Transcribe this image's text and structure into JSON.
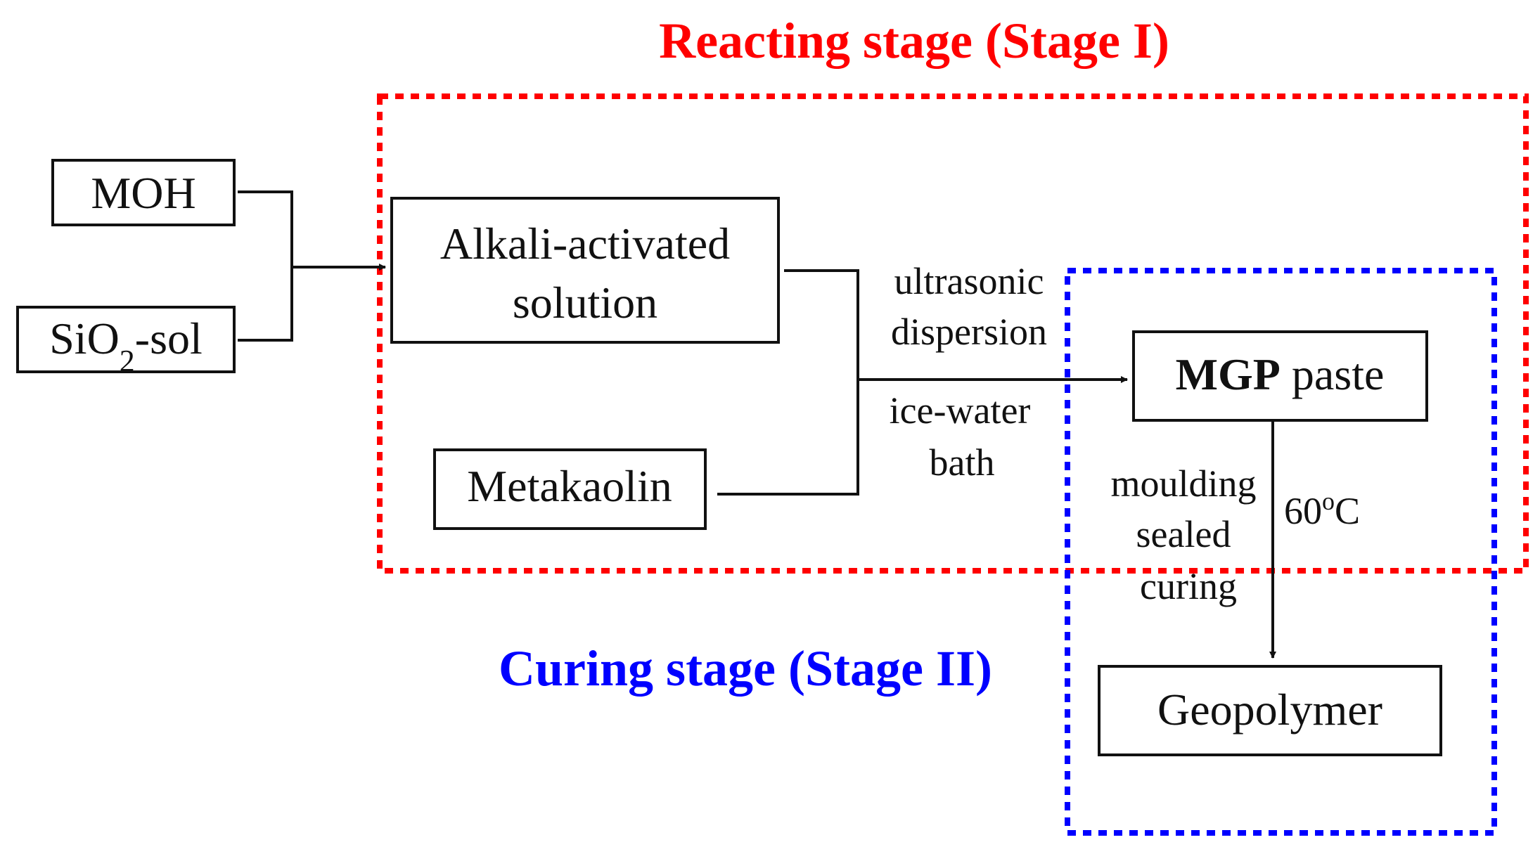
{
  "stages": {
    "reacting": {
      "label": "Reacting stage (Stage I)",
      "color": "#ff0000"
    },
    "curing": {
      "label": "Curing stage (Stage II)",
      "color": "#0000ff"
    }
  },
  "boxes": {
    "moh": {
      "label": "MOH"
    },
    "sio2": {
      "prefix": "SiO",
      "subscript": "2",
      "suffix": "-sol"
    },
    "alkali": {
      "line1": "Alkali-activated",
      "line2": "solution"
    },
    "metakaolin": {
      "label": "Metakaolin"
    },
    "mgp": {
      "bold": "MGP",
      "rest": " paste"
    },
    "geopolymer": {
      "label": "Geopolymer"
    }
  },
  "process_labels": {
    "ultrasonic": {
      "line1": "ultrasonic",
      "line2": "dispersion"
    },
    "icewater": {
      "line1": "ice-water",
      "line2": "bath"
    },
    "moulding": {
      "line1": "moulding",
      "line2": "sealed",
      "line3": "curing"
    },
    "temperature": {
      "value": "60",
      "degree": "o",
      "unit": "C"
    }
  },
  "colors": {
    "line": "#111111",
    "background": "#ffffff"
  }
}
